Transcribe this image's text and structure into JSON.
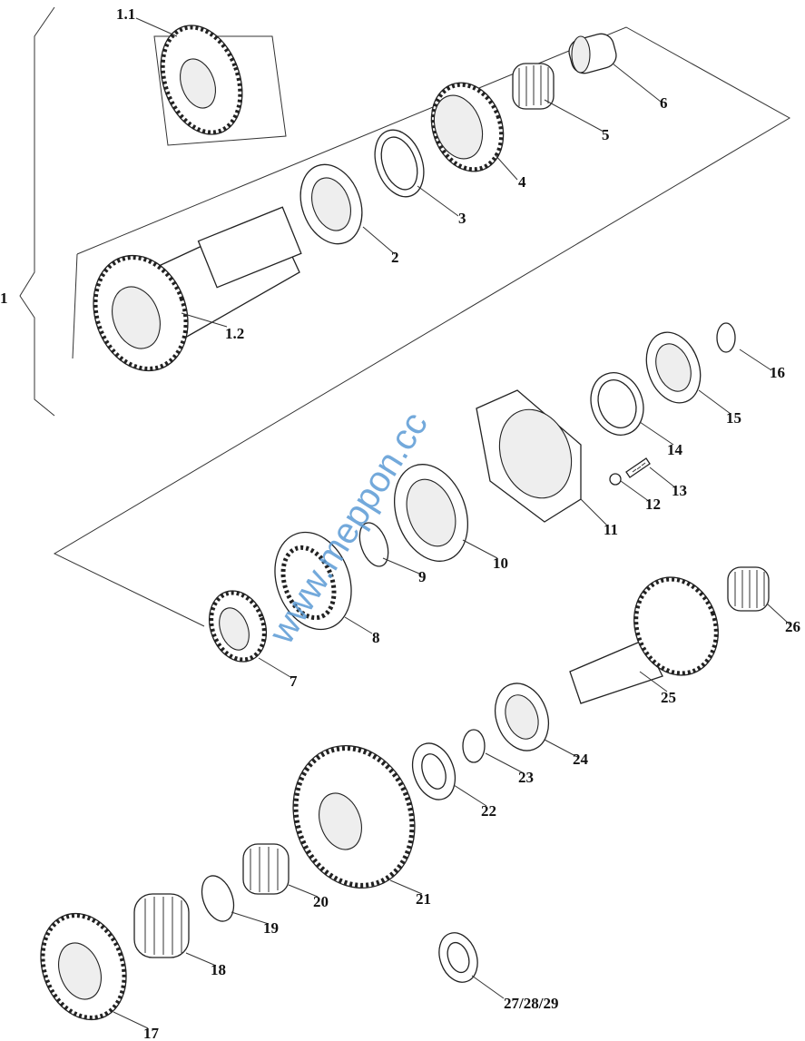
{
  "title": "Exploded parts diagram",
  "watermark": "www.meppon.cc",
  "labels": {
    "p1": "1",
    "p1_1": "1.1",
    "p1_2": "1.2",
    "p2": "2",
    "p3": "3",
    "p4": "4",
    "p5": "5",
    "p6": "6",
    "p7": "7",
    "p8": "8",
    "p9": "9",
    "p10": "10",
    "p11": "11",
    "p12": "12",
    "p13": "13",
    "p14": "14",
    "p15": "15",
    "p16": "16",
    "p17": "17",
    "p18": "18",
    "p19": "19",
    "p20": "20",
    "p21": "21",
    "p22": "22",
    "p23": "23",
    "p24": "24",
    "p25": "25",
    "p26": "26",
    "p27_28_29": "27/28/29"
  }
}
